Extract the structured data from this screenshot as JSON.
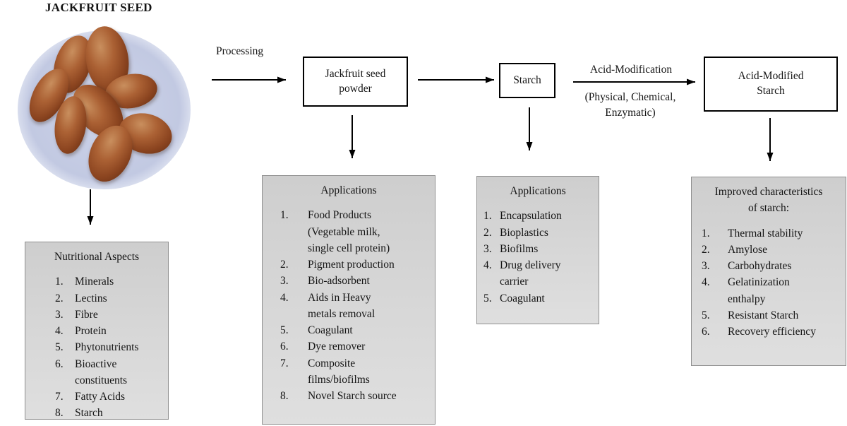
{
  "title": "JACKFRUIT SEED",
  "flow": {
    "processing_label": "Processing",
    "powder_box_label": "Jackfruit seed\npowder",
    "starch_box_label": "Starch",
    "acid_modification_label": "Acid-Modification",
    "acid_modification_methods": "(Physical, Chemical,\nEnzymatic)",
    "acid_modified_box_label": "Acid-Modified\nStarch"
  },
  "nutritional_aspects": {
    "title": "Nutritional Aspects",
    "items": [
      "Minerals",
      "Lectins",
      "Fibre",
      "Protein",
      "Phytonutrients",
      "Bioactive\nconstituents",
      "Fatty Acids",
      "Starch"
    ]
  },
  "powder_applications": {
    "title": "Applications",
    "items": [
      "Food Products\n(Vegetable milk,\nsingle cell protein)",
      "Pigment production",
      "Bio-adsorbent",
      "Aids in Heavy\nmetals removal",
      "Coagulant",
      "Dye remover",
      "Composite\nfilms/biofilms",
      "Novel Starch source"
    ]
  },
  "starch_applications": {
    "title": "Applications",
    "items": [
      "Encapsulation",
      "Bioplastics",
      "Biofilms",
      "Drug delivery\ncarrier",
      "Coagulant"
    ]
  },
  "improved_characteristics": {
    "title": "Improved characteristics\nof starch:",
    "items": [
      "Thermal stability",
      "Amylose",
      "Carbohydrates",
      "Gelatinization\nenthalpy",
      "Resistant Starch",
      "Recovery efficiency"
    ]
  },
  "colors": {
    "list_box_fill": "#d4d4d4",
    "list_box_border": "#8f8f8f",
    "flow_box_border": "#000000",
    "arrow": "#000000",
    "photo_background": "#c5cce4",
    "seed_brown": "#96522b"
  }
}
